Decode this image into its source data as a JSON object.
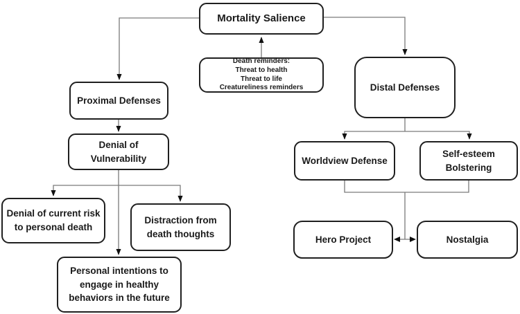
{
  "diagram": {
    "background": "#ffffff",
    "node_border_color": "#1f1f1f",
    "node_fill_color": "#ffffff",
    "text_color": "#1a1a1a",
    "connector_color": "#7a7a7a",
    "arrowhead_color": "#111111",
    "nodes": {
      "mortality_salience": {
        "label": "Mortality Salience"
      },
      "death_reminders": {
        "lines": [
          "Death reminders:",
          "Threat to health",
          "Threat to life",
          "Creatureliness reminders"
        ]
      },
      "proximal_defenses": {
        "label": "Proximal Defenses"
      },
      "denial_of_vulnerability": {
        "lines": [
          "Denial of",
          "Vulnerability"
        ]
      },
      "denial_current_risk": {
        "lines": [
          "Denial of current risk",
          "to personal death"
        ]
      },
      "distraction_from_death_thoughts": {
        "lines": [
          "Distraction from",
          "death thoughts"
        ]
      },
      "personal_intentions": {
        "lines": [
          "Personal intentions to",
          "engage in healthy",
          "behaviors in the future"
        ]
      },
      "distal_defenses": {
        "label": "Distal Defenses"
      },
      "worldview_defense": {
        "label": "Worldview Defense"
      },
      "self_esteem_bolstering": {
        "lines": [
          "Self-esteem",
          "Bolstering"
        ]
      },
      "hero_project": {
        "label": "Hero Project"
      },
      "nostalgia": {
        "label": "Nostalgia"
      }
    }
  }
}
